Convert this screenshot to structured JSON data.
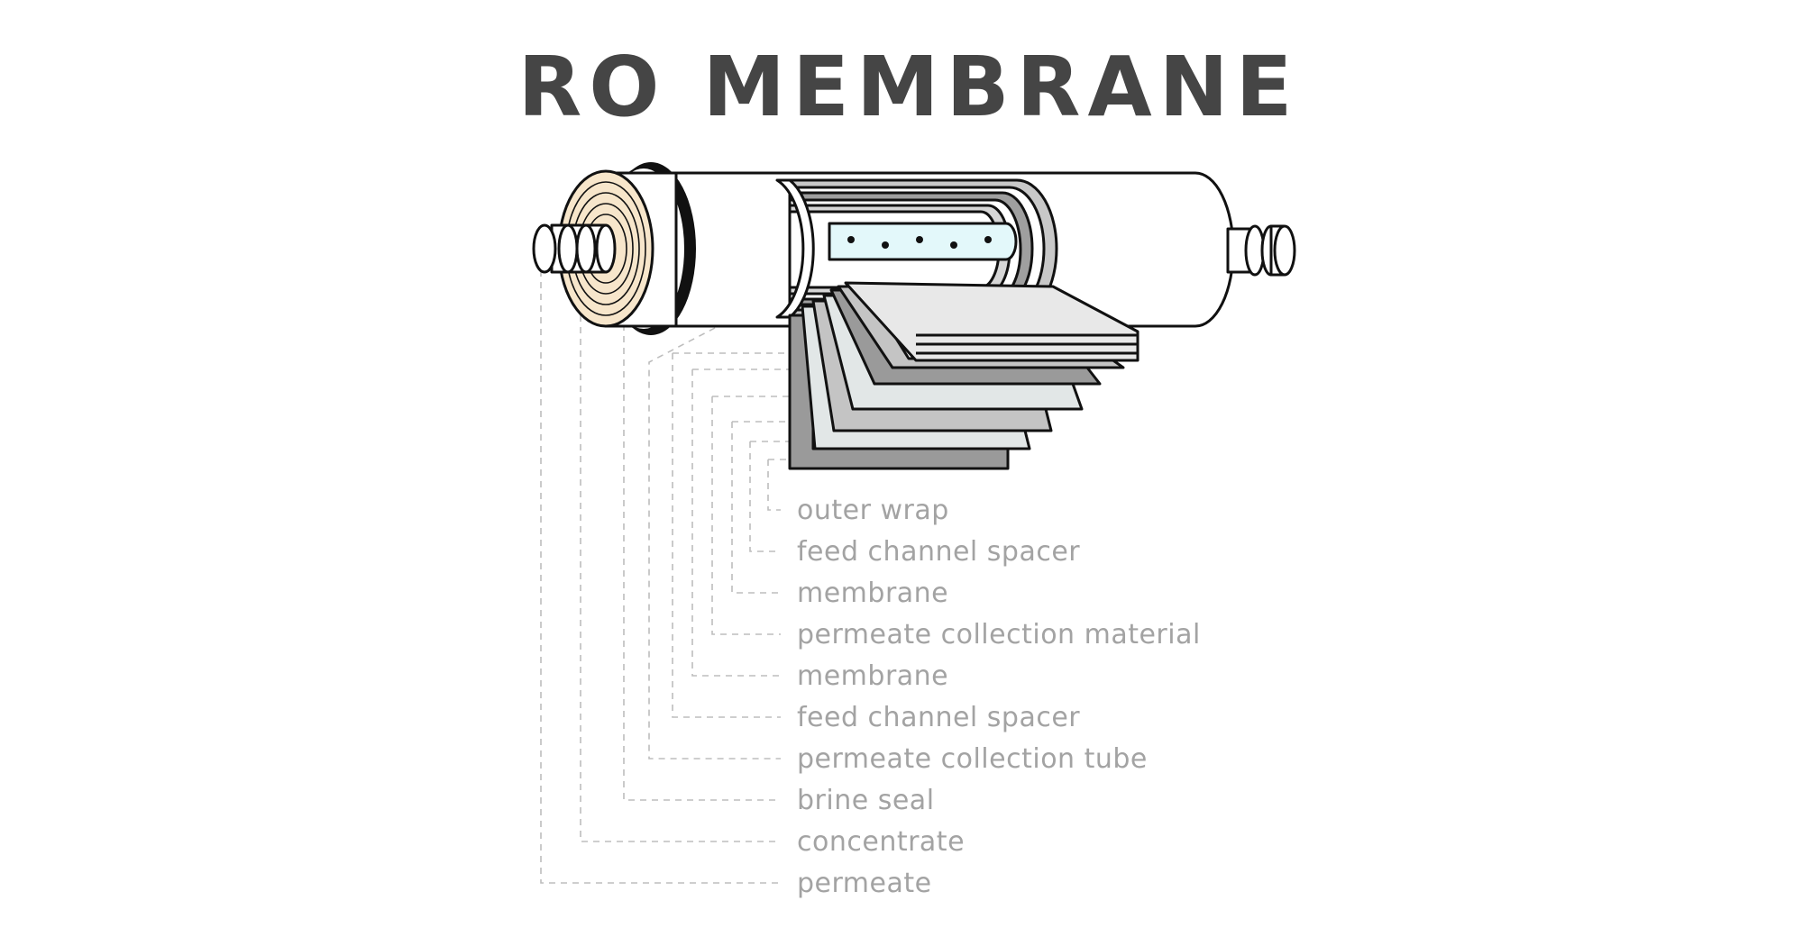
{
  "title": "RO MEMBRANE",
  "labels": [
    "outer wrap",
    "feed channel spacer",
    "membrane",
    "permeate collection material",
    "membrane",
    "feed channel spacer",
    "permeate collection tube",
    "brine seal",
    "concentrate",
    "permeate"
  ],
  "colors": {
    "title": "#454545",
    "label": "#a3a3a3",
    "leader": "#bdbdbd",
    "outline": "#111111",
    "end_cap_fill": "#f7e6cb",
    "tube_fill": "#e3f8fa",
    "wrap_dark": "#9a9a9a",
    "wrap_mid": "#c4c4c4",
    "wrap_light": "#e2e7e7"
  }
}
